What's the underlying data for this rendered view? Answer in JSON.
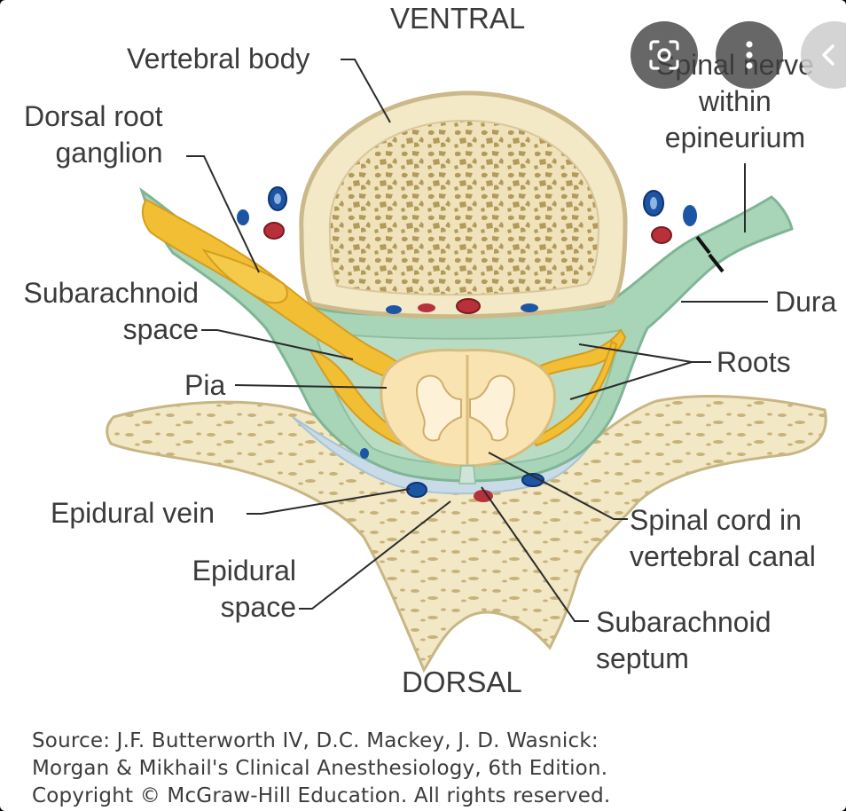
{
  "labels": {
    "ventral": "VENTRAL",
    "dorsal": "DORSAL",
    "vertebral_body": "Vertebral body",
    "dorsal_root_ganglion": [
      "Dorsal root",
      "ganglion"
    ],
    "spinal_nerve": [
      "Spinal nerve",
      "within",
      "epineurium"
    ],
    "subarachnoid_space": [
      "Subarachnoid",
      "space"
    ],
    "dura": "Dura",
    "pia": "Pia",
    "roots": "Roots",
    "epidural_vein": "Epidural vein",
    "epidural_space": [
      "Epidural",
      "space"
    ],
    "spinal_cord": [
      "Spinal cord in",
      "vertebral canal"
    ],
    "subarachnoid_septum": [
      "Subarachnoid",
      "septum"
    ]
  },
  "source": [
    "Source: J.F. Butterworth IV, D.C. Mackey, J. D. Wasnick:",
    "Morgan & Mikhail's Clinical Anesthesiology, 6th Edition.",
    "Copyright © McGraw-Hill Education. All rights reserved."
  ],
  "overlay": {
    "lens_button_icon": "lens-icon",
    "more_button_icon": "more-vertical-icon",
    "back_button_icon": "chevron-left-icon"
  },
  "colors": {
    "bone": "#f1e6c2",
    "bone_outline": "#cbb98a",
    "bone_dot": "#b89f60",
    "dura_green": "#a5d2b5",
    "dura_outline": "#7fb595",
    "nerve_yellow": "#f2be34",
    "cord": "#f9e3b1",
    "epidural": "#c8dbe6",
    "vein_blue": "#1d55a5",
    "artery_red": "#b7303a"
  }
}
